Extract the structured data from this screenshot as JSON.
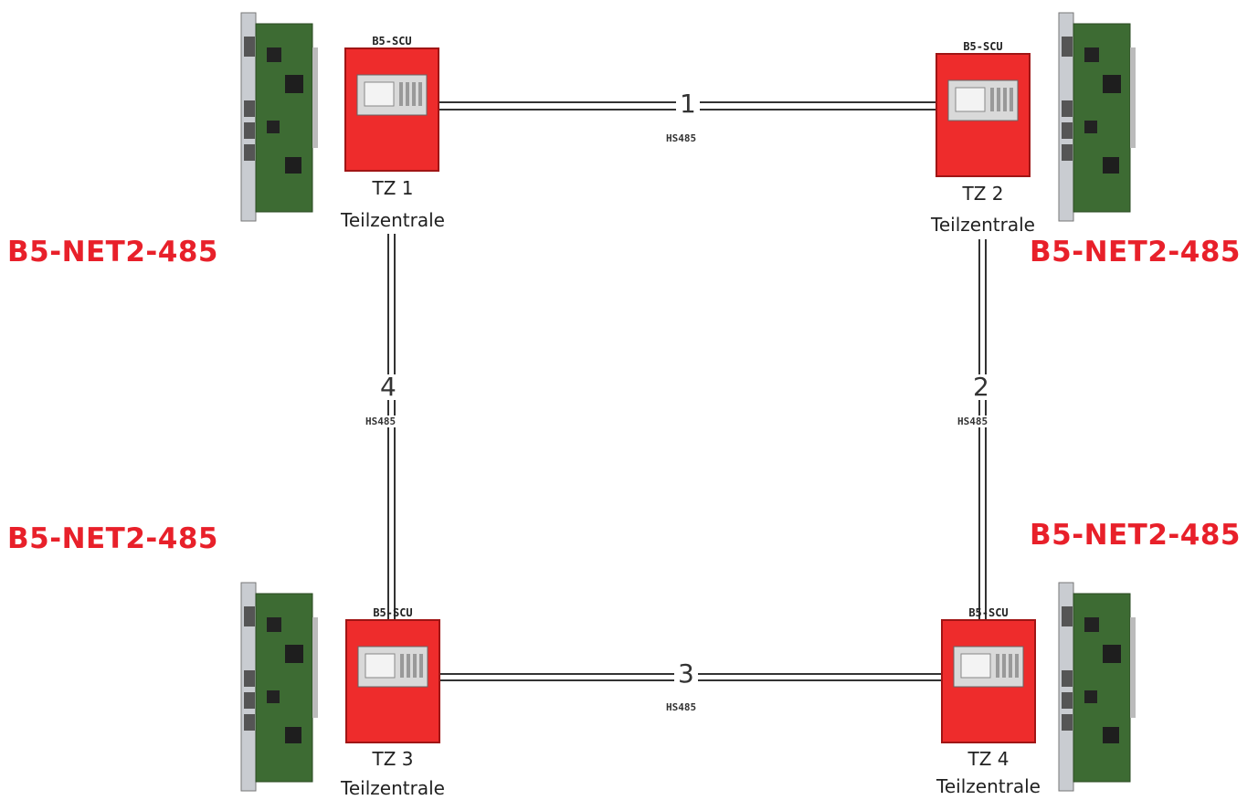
{
  "module_label": "B5-NET2-485",
  "panel_model": "B5-SCU",
  "colors": {
    "accent_red": "#e8202a",
    "panel_red": "#ee2c2c",
    "pcb_green": "#3d6b33",
    "wire": "#333333"
  },
  "nodes": [
    {
      "id": "tz1",
      "name": "TZ 1",
      "type": "Teilzentrale",
      "model": "B5-SCU",
      "module": "B5-NET2-485"
    },
    {
      "id": "tz2",
      "name": "TZ 2",
      "type": "Teilzentrale",
      "model": "B5-SCU",
      "module": "B5-NET2-485"
    },
    {
      "id": "tz3",
      "name": "TZ 3",
      "type": "Teilzentrale",
      "model": "B5-SCU",
      "module": "B5-NET2-485"
    },
    {
      "id": "tz4",
      "name": "TZ 4",
      "type": "Teilzentrale",
      "model": "B5-SCU",
      "module": "B5-NET2-485"
    }
  ],
  "links": [
    {
      "number": "1",
      "protocol": "HS485",
      "from": "tz1",
      "to": "tz2"
    },
    {
      "number": "2",
      "protocol": "HS485",
      "from": "tz2",
      "to": "tz4"
    },
    {
      "number": "3",
      "protocol": "HS485",
      "from": "tz3",
      "to": "tz4"
    },
    {
      "number": "4",
      "protocol": "HS485",
      "from": "tz1",
      "to": "tz3"
    }
  ]
}
